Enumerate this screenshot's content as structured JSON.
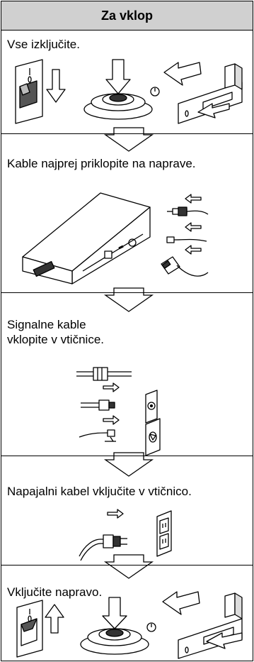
{
  "header": {
    "title": "Za vklop"
  },
  "steps": [
    {
      "text": "Vse izključite."
    },
    {
      "text": "Kable najprej priklopite na naprave."
    },
    {
      "text": "Signalne kable vklopite v vtičnice."
    },
    {
      "text": "Napajalni kabel vključite v vtičnico."
    },
    {
      "text": "Vključite napravo."
    }
  ]
}
